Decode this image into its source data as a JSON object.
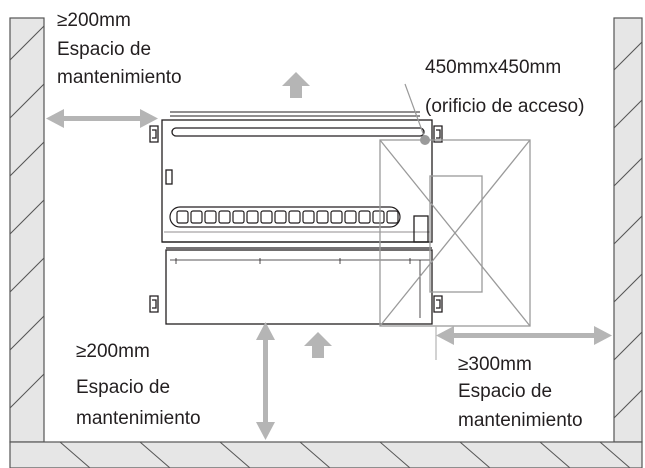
{
  "labels": {
    "top_left_dim": "≥200mm",
    "top_left_line1": "Espacio de",
    "top_left_line2": "mantenimiento",
    "access_size": "450mmx450mm",
    "access_note": "(orificio de acceso)",
    "bottom_left_dim": "≥200mm",
    "bottom_left_line1": "Espacio de",
    "bottom_left_line2": "mantenimiento",
    "bottom_right_dim": "≥300mm",
    "bottom_right_line1": "Espacio de",
    "bottom_right_line2": "mantenimiento"
  },
  "colors": {
    "line": "#231f20",
    "arrow": "#b5b5b5",
    "wall_fill": "#e6e6e6",
    "hatch": "#555555",
    "background": "#ffffff"
  }
}
